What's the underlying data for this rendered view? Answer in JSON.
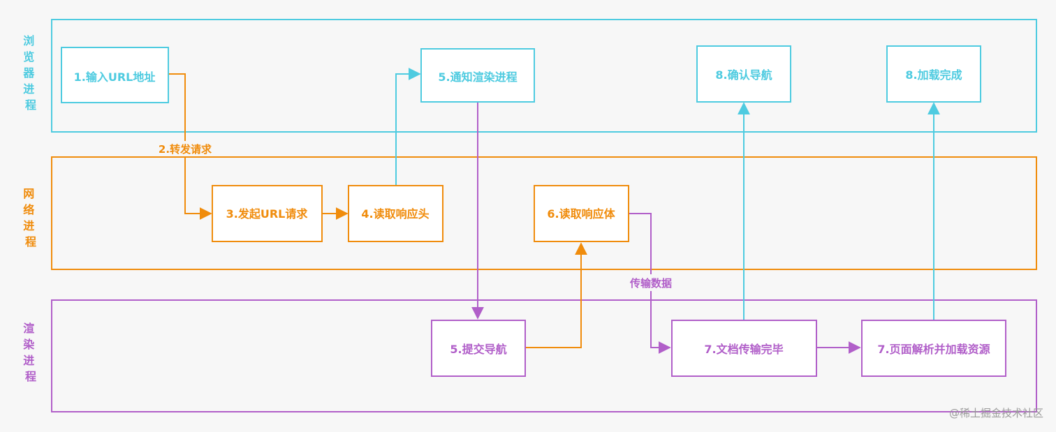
{
  "colors": {
    "browser": "#4ecbe0",
    "network": "#f08c0c",
    "renderer": "#b15fc9",
    "background": "#f7f7f7",
    "watermark": "#9a9a9a"
  },
  "lanes": {
    "browser": {
      "label_chars": [
        "浏",
        "览",
        "器",
        "进",
        "程"
      ]
    },
    "network": {
      "label_chars": [
        "网",
        "络",
        "进",
        "程"
      ]
    },
    "renderer": {
      "label_chars": [
        "渲",
        "染",
        "进",
        "程"
      ]
    }
  },
  "boxes": {
    "input_url": "1.输入URL地址",
    "notify_renderer": "5.通知渲染进程",
    "confirm_nav": "8.确认导航",
    "load_done": "8.加载完成",
    "start_request": "3.发起URL请求",
    "read_headers": "4.读取响应头",
    "read_body": "6.读取响应体",
    "commit_nav": "5.提交导航",
    "doc_done": "7.文档传输完毕",
    "parse_load": "7.页面解析并加载资源"
  },
  "edge_labels": {
    "forward_request": "2.转发请求",
    "transfer_data": "传输数据"
  },
  "watermark": "@稀土掘金技术社区"
}
